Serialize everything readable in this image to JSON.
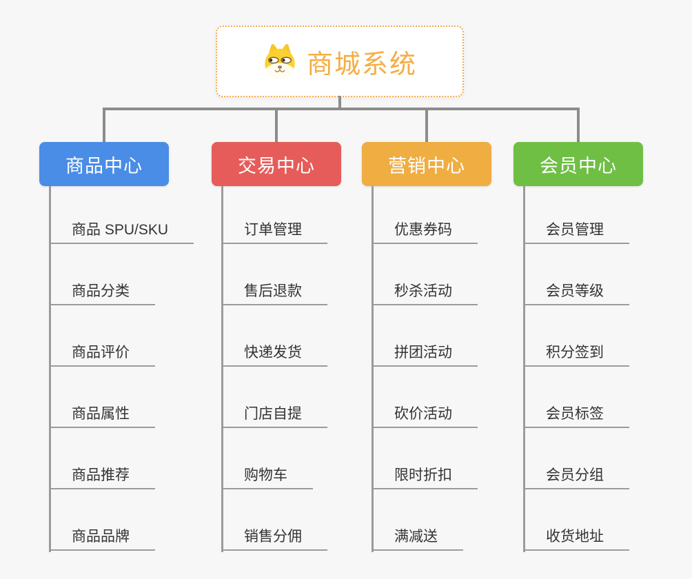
{
  "root": {
    "label": "商城系统",
    "icon": "dog-face-icon",
    "text_color": "#F5AD43",
    "border_color": "#F2A94C",
    "background": "#FFFFFF"
  },
  "canvas": {
    "background_color": "#F7F7F7",
    "connector_color": "#8C8C8C",
    "child_line_color": "#9B9B9B",
    "child_text_color": "#333333"
  },
  "branches": [
    {
      "label": "商品中心",
      "color": "#4A8DE6",
      "children": [
        "商品 SPU/SKU",
        "商品分类",
        "商品评价",
        "商品属性",
        "商品推荐",
        "商品品牌"
      ]
    },
    {
      "label": "交易中心",
      "color": "#E65C5A",
      "children": [
        "订单管理",
        "售后退款",
        "快递发货",
        "门店自提",
        "购物车",
        "销售分佣"
      ]
    },
    {
      "label": "营销中心",
      "color": "#EFAD42",
      "children": [
        "优惠券码",
        "秒杀活动",
        "拼团活动",
        "砍价活动",
        "限时折扣",
        "满减送"
      ]
    },
    {
      "label": "会员中心",
      "color": "#6FBF45",
      "children": [
        "会员管理",
        "会员等级",
        "积分签到",
        "会员标签",
        "会员分组",
        "收货地址"
      ]
    }
  ]
}
